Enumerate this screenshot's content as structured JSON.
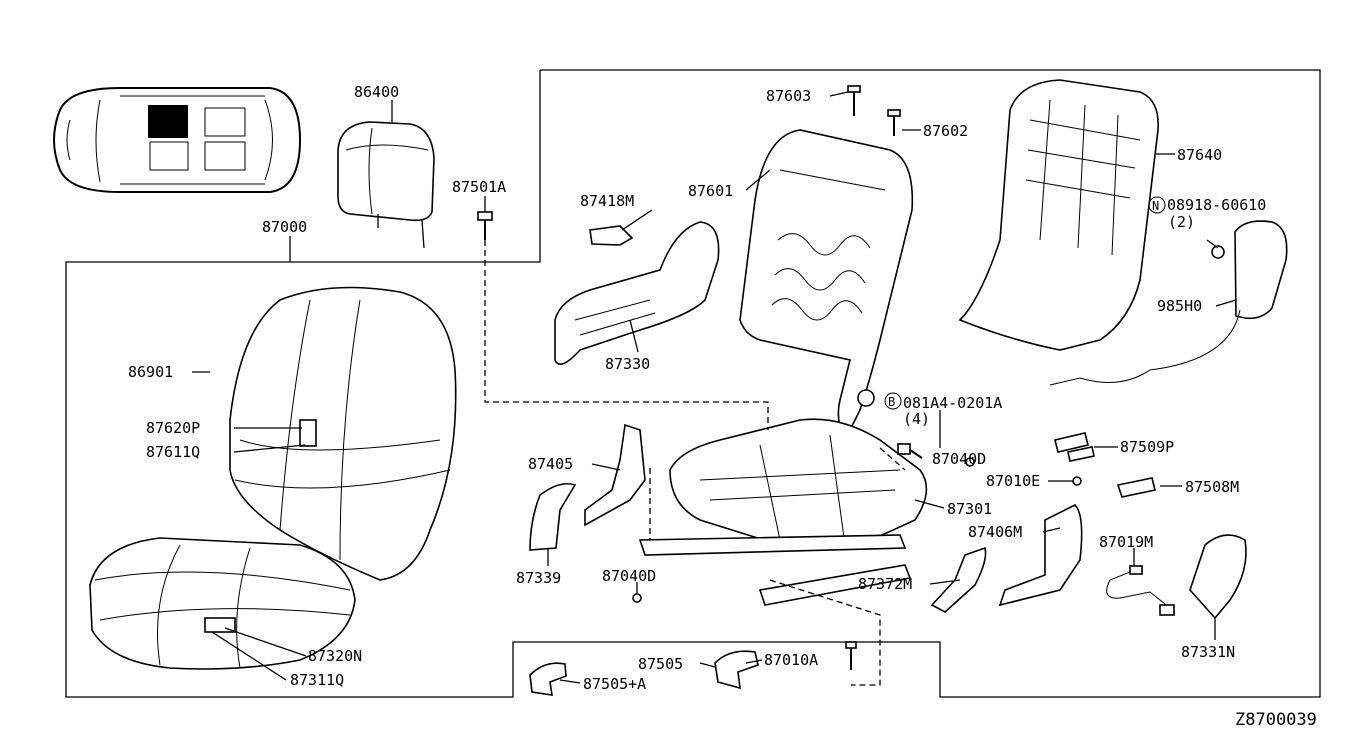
{
  "diagram_id": "Z8700039",
  "callouts": {
    "p86400": "86400",
    "p87501A": "87501A",
    "p87000": "87000",
    "p86901": "86901",
    "p87620P": "87620P",
    "p87611Q": "87611Q",
    "p87320N": "87320N",
    "p87311Q": "87311Q",
    "p87603": "87603",
    "p87602": "87602",
    "p87640": "87640",
    "p08918": "08918-60610",
    "p08918_qty": "(2)",
    "p87418M": "87418M",
    "p87601": "87601",
    "p87330": "87330",
    "p985H0": "985H0",
    "p081A4": "081A4-0201A",
    "p081A4_qty": "(4)",
    "p87405": "87405",
    "p87040D_a": "87040D",
    "p87010E": "87010E",
    "p87509P": "87509P",
    "p87508M": "87508M",
    "p87301": "87301",
    "p87406M": "87406M",
    "p87019M": "87019M",
    "p87339": "87339",
    "p87040D_b": "87040D",
    "p87372M": "87372M",
    "p87331N": "87331N",
    "p87505": "87505",
    "p87010A": "87010A",
    "p87505A": "87505+A"
  },
  "markers": {
    "nut_symbol": "N",
    "bolt_symbol": "B"
  },
  "colors": {
    "line": "#000000",
    "background": "#ffffff",
    "highlight": "#000000"
  }
}
